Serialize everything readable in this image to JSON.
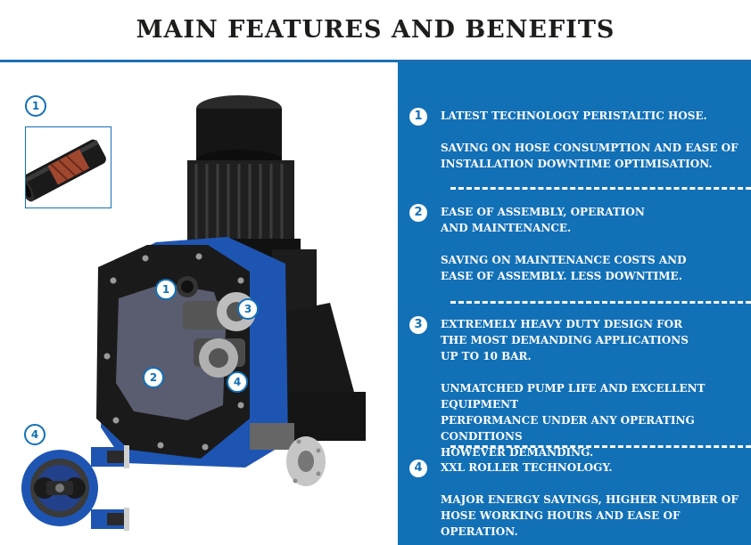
{
  "title": "MAIN FEATURES AND BENEFITS",
  "colors": {
    "accent_blue": "#1270b6",
    "pump_blue": "#1e55b3",
    "title_text": "#1d1d1b"
  },
  "image_labels": {
    "inset_top": "1",
    "inset_bottom": "4",
    "pump_1": "1",
    "pump_2": "2",
    "pump_3": "3",
    "pump_4": "4"
  },
  "features": [
    {
      "number": "1",
      "heading": "LATEST TECHNOLOGY PERISTALTIC HOSE.",
      "body": "SAVING ON HOSE CONSUMPTION AND EASE OF\nINSTALLATION DOWNTIME OPTIMISATION."
    },
    {
      "number": "2",
      "heading": "EASE OF ASSEMBLY, OPERATION\nAND MAINTENANCE.",
      "body": "SAVING ON MAINTENANCE COSTS AND\nEASE OF ASSEMBLY. LESS DOWNTIME."
    },
    {
      "number": "3",
      "heading": "EXTREMELY HEAVY DUTY DESIGN FOR\nTHE MOST DEMANDING APPLICATIONS\nUP TO 10 BAR.",
      "body": "UNMATCHED PUMP LIFE AND EXCELLENT EQUIPMENT\nPERFORMANCE UNDER ANY OPERATING CONDITIONS\nHOWEVER DEMANDING."
    },
    {
      "number": "4",
      "heading": "XXL ROLLER TECHNOLOGY.",
      "body": "MAJOR ENERGY SAVINGS, HIGHER NUMBER OF\nHOSE WORKING HOURS AND EASE OF OPERATION."
    }
  ]
}
